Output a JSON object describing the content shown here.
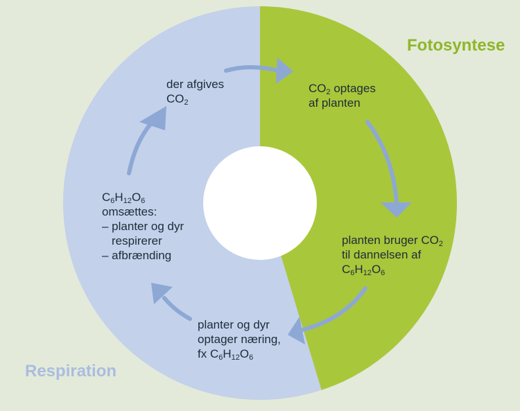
{
  "colors": {
    "background": "#e4ead9",
    "respiration_half": "#c3d1ea",
    "photosynthesis_half": "#a9c73a",
    "arrow": "#8da8d4",
    "hole": "#ffffff",
    "text": "#1d2c3a",
    "photosynthesis_title": "#8fb62a",
    "respiration_title": "#a9bde0"
  },
  "titles": {
    "photosynthesis": "Fotosyntese",
    "respiration": "Respiration"
  },
  "steps": {
    "co2_released": {
      "line1": "der afgives",
      "line2_pre": "CO",
      "line2_sub": "2",
      "line2_post": ""
    },
    "co2_taken_up": {
      "line1_pre": "CO",
      "line1_sub": "2",
      "line1_post": " optages",
      "line2": "af planten"
    },
    "plant_uses_co2": {
      "line1_pre": "planten bruger CO",
      "line1_sub": "2",
      "line2": "til dannelsen af",
      "line3_a": "C",
      "line3_sub1": "6",
      "line3_b": "H",
      "line3_sub2": "12",
      "line3_c": "O",
      "line3_sub3": "6"
    },
    "organisms_take_nutrition": {
      "line1": "planter og dyr",
      "line2": "optager næring,",
      "line3_pre": "fx C",
      "line3_sub1": "6",
      "line3_b": "H",
      "line3_sub2": "12",
      "line3_c": "O",
      "line3_sub3": "6"
    },
    "glucose_converted": {
      "line1_a": "C",
      "line1_sub1": "6",
      "line1_b": "H",
      "line1_sub2": "12",
      "line1_c": "O",
      "line1_sub3": "6",
      "line2": "omsættes:",
      "line3": "– planter og dyr",
      "line4": "respirerer",
      "line5": "– afbrænding"
    }
  }
}
